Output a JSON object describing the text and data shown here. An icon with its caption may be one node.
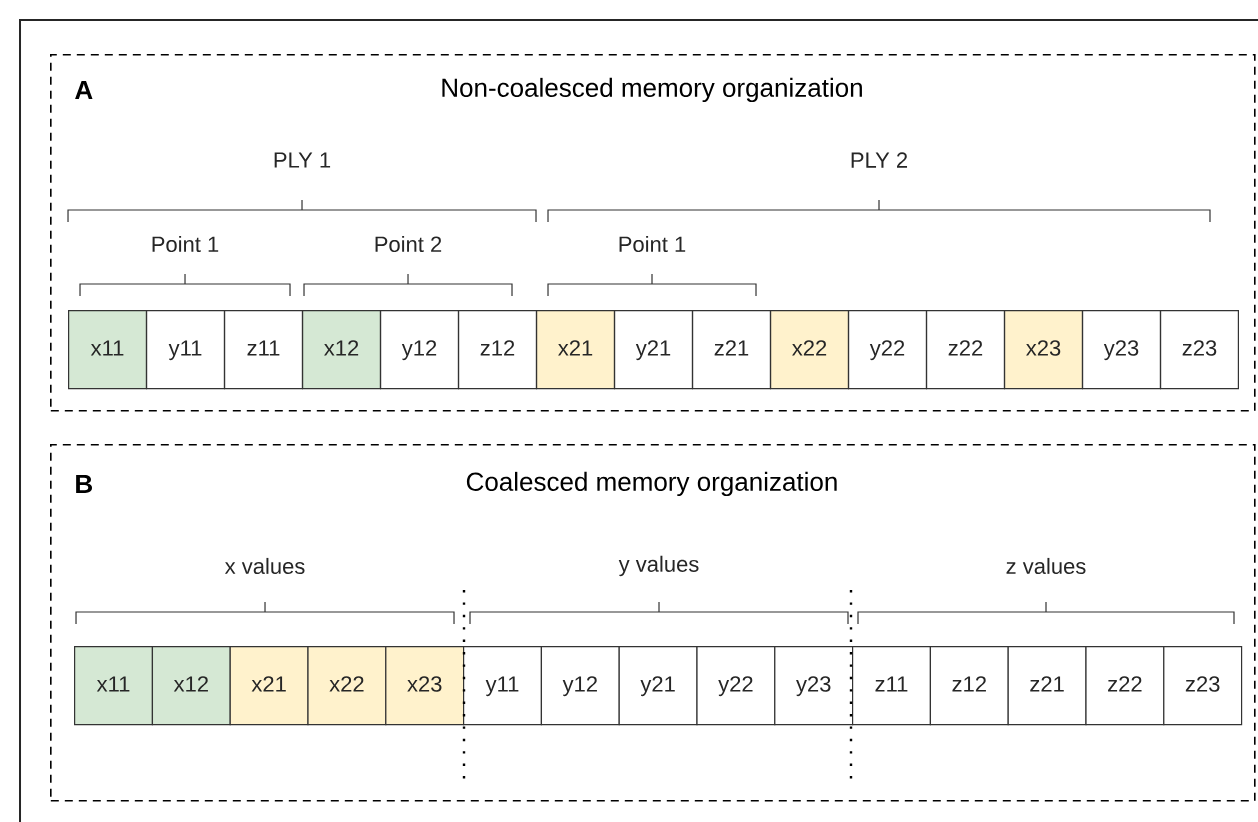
{
  "diagram": {
    "nodes": [
      {
        "text": [
          "A",
          "Non-coalesced memory organization"
        ]
      },
      {
        "text": [
          "x11"
        ],
        "in": 0
      },
      {
        "text": [
          "y11"
        ],
        "in": 0
      },
      {
        "text": [
          "z11"
        ],
        "in": 0
      },
      {
        "text": [
          "x12"
        ],
        "in": 0
      },
      {
        "text": [
          "y12"
        ],
        "in": 0
      },
      {
        "text": [
          "z12"
        ],
        "in": 0
      },
      {
        "text": [
          "x21"
        ],
        "in": 0
      },
      {
        "text": [
          "y21"
        ],
        "in": 0
      },
      {
        "text": [
          "z21"
        ],
        "in": 0
      },
      {
        "text": [
          "x22"
        ],
        "in": 0
      },
      {
        "text": [
          "y22"
        ],
        "in": 0
      },
      {
        "text": [
          "z22"
        ],
        "in": 0
      },
      {
        "text": [
          "x23"
        ],
        "in": 0
      },
      {
        "text": [
          "y23"
        ],
        "in": 0
      },
      {
        "text": [
          "z23"
        ],
        "in": 0
      },
      {
        "text": [
          "B",
          "Coalesced memory organization"
        ]
      },
      {
        "text": [
          "x11"
        ],
        "in": 16
      },
      {
        "text": [
          "x12"
        ],
        "in": 16
      },
      {
        "text": [
          "x21"
        ],
        "in": 16
      },
      {
        "text": [
          "x22"
        ],
        "in": 16
      },
      {
        "text": [
          "x23"
        ],
        "in": 16
      },
      {
        "text": [
          "y11"
        ],
        "in": 16
      },
      {
        "text": [
          "y12"
        ],
        "in": 16
      },
      {
        "text": [
          "y21"
        ],
        "in": 16
      },
      {
        "text": [
          "y22"
        ],
        "in": 16
      },
      {
        "text": [
          "y23"
        ],
        "in": 16
      },
      {
        "text": [
          "z11"
        ],
        "in": 16
      },
      {
        "text": [
          "z12"
        ],
        "in": 16
      },
      {
        "text": [
          "z21"
        ],
        "in": 16
      },
      {
        "text": [
          "z22"
        ],
        "in": 16
      },
      {
        "text": [
          "z23"
        ],
        "in": 16
      }
    ],
    "labels": [
      "PLY 1",
      "PLY 2",
      "Point 1",
      "Point 2",
      "Point 1",
      "x values",
      "y values",
      "z values"
    ]
  }
}
